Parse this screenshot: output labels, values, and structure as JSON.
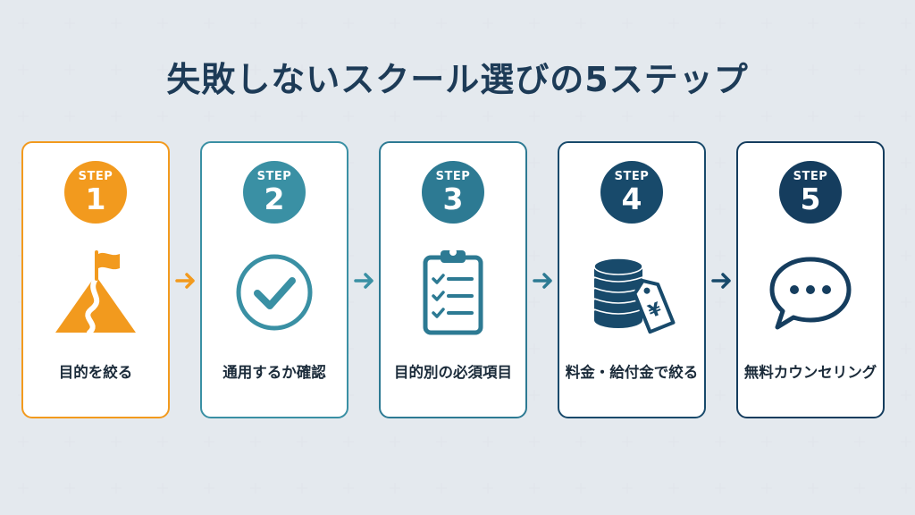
{
  "title": "失敗しないスクール選びの5ステップ",
  "colors": {
    "background": "#f5f7f9",
    "title": "#1d3b57",
    "step1": "#f29a1e",
    "step2": "#3a90a4",
    "step3": "#2d7a93",
    "step4": "#184a6b",
    "step5": "#153d5e"
  },
  "steps": [
    {
      "step_word": "STEP",
      "number": "1",
      "label": "目的を絞る",
      "icon": "mountain-flag-icon",
      "color": "#f29a1e"
    },
    {
      "step_word": "STEP",
      "number": "2",
      "label": "通用するか確認",
      "icon": "checkmark-circle-icon",
      "color": "#3a90a4"
    },
    {
      "step_word": "STEP",
      "number": "3",
      "label": "目的別の必須項目",
      "icon": "clipboard-checklist-icon",
      "color": "#2d7a93"
    },
    {
      "step_word": "STEP",
      "number": "4",
      "label": "料金・給付金で絞る",
      "icon": "coins-price-tag-icon",
      "color": "#184a6b"
    },
    {
      "step_word": "STEP",
      "number": "5",
      "label": "無料カウンセリング",
      "icon": "speech-bubble-icon",
      "color": "#153d5e"
    }
  ],
  "arrows": [
    "arrow-right-icon",
    "arrow-right-icon",
    "arrow-right-icon",
    "arrow-right-icon"
  ]
}
